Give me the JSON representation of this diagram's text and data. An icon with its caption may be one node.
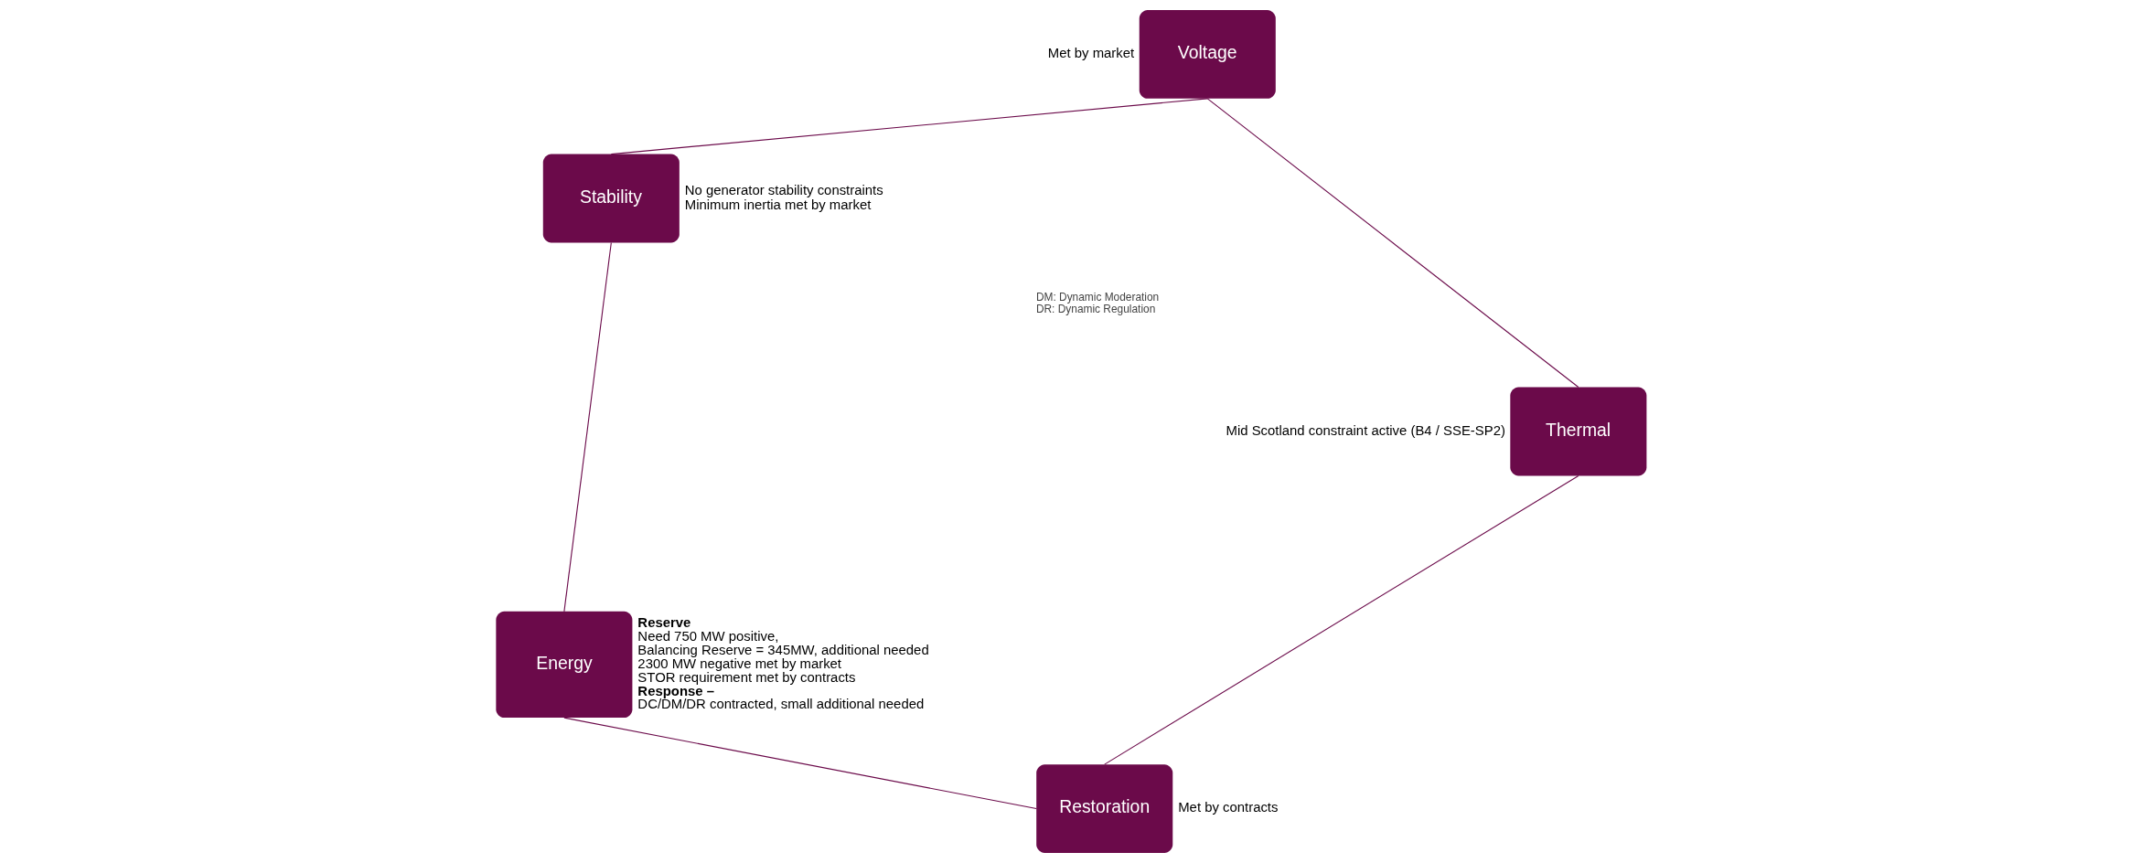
{
  "diagram": {
    "nodes": [
      {
        "text": [
          "Restoration"
        ],
        "beside": [
          "Met by contracts"
        ]
      },
      {
        "text": [
          "Energy"
        ],
        "beside": [
          "Reserve",
          "Need 750 MW positive,",
          "Balancing Reserve = 345MW, additional needed",
          "2300 MW negative met by market",
          "STOR requirement met by contracts",
          "Response –",
          "DC/DM/DR contracted, small additional needed"
        ]
      },
      {
        "text": [
          "Stability"
        ],
        "beside": [
          "No generator stability constraints",
          "Minimum inertia met by market"
        ]
      },
      {
        "text": [
          "Voltage"
        ],
        "beside": [
          "Met by market"
        ]
      },
      {
        "text": [
          "Thermal"
        ],
        "beside": [
          "Mid Scotland constraint active (B4 / SSE-SP2)"
        ]
      }
    ],
    "edges": [
      {
        "from": 0,
        "to": 1,
        "arrow": "none"
      },
      {
        "from": 1,
        "to": 2,
        "arrow": "none"
      },
      {
        "from": 2,
        "to": 3,
        "arrow": "none"
      },
      {
        "from": 3,
        "to": 4,
        "arrow": "none"
      },
      {
        "from": 4,
        "to": 0,
        "arrow": "none"
      }
    ],
    "labels": [
      "DM: Dynamic Moderation",
      "DR: Dynamic Regulation"
    ]
  }
}
